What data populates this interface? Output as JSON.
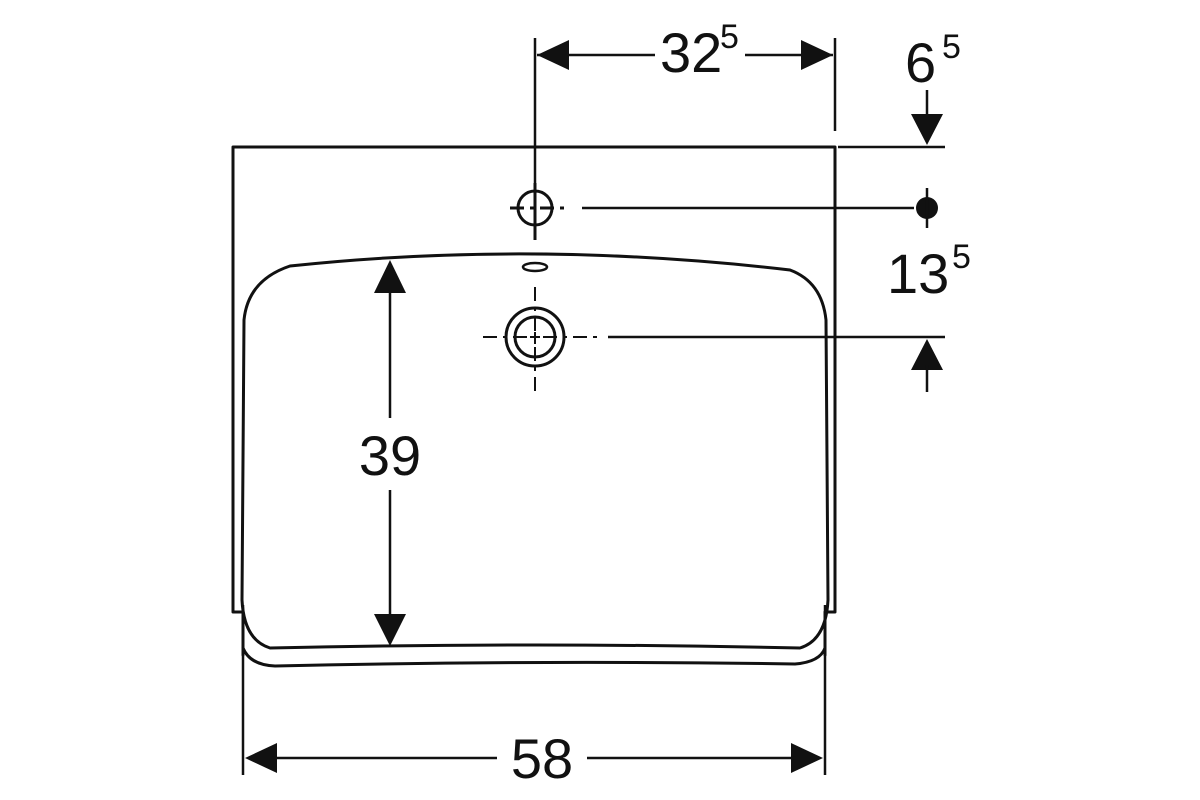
{
  "drawing": {
    "line_color": "#111111",
    "background": "#ffffff",
    "dimensions": {
      "tap_hole_offset": {
        "value": "32",
        "superscript": "5"
      },
      "tap_hole_from_back": {
        "value": "6",
        "superscript": "5"
      },
      "drain_from_back": {
        "value": "13",
        "superscript": "5"
      },
      "bowl_depth": {
        "value": "39"
      },
      "overall_width": {
        "value": "58"
      }
    }
  }
}
